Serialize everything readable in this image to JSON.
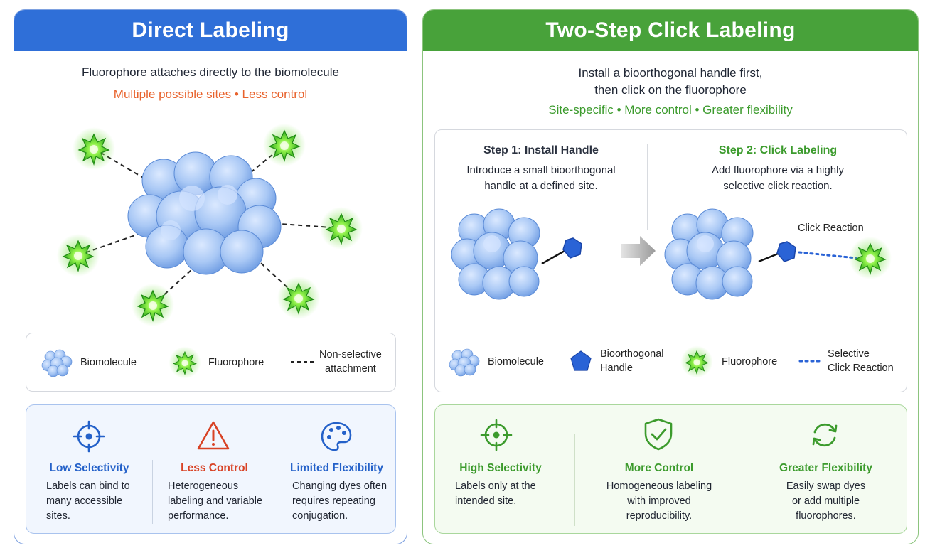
{
  "left": {
    "title": "Direct Labeling",
    "subtitle": "Fluorophore attaches directly to the biomolecule",
    "tagline": "Multiple possible sites • Less control",
    "legend": [
      {
        "icon": "biomolecule-icon",
        "label": "Biomolecule"
      },
      {
        "icon": "fluorophore-icon",
        "label": "Fluorophore"
      },
      {
        "icon": "dashed-line-icon",
        "label_line1": "Non-selective",
        "label_line2": "attachment"
      }
    ],
    "benefits": [
      {
        "icon": "target-icon",
        "title": "Low Selectivity",
        "color": "#2461c9",
        "lines": [
          "Labels can bind to",
          "many accessible",
          "sites."
        ]
      },
      {
        "icon": "warning-icon",
        "title": "Less Control",
        "color": "#d84225",
        "lines": [
          "Heterogeneous",
          "labeling and variable",
          "performance."
        ]
      },
      {
        "icon": "palette-icon",
        "title": "Limited Flexibility",
        "color": "#2461c9",
        "lines": [
          "Changing dyes often",
          "requires repeating",
          "conjugation."
        ]
      }
    ]
  },
  "right": {
    "title": "Two-Step Click Labeling",
    "subtitle_line1": "Install a bioorthogonal handle first,",
    "subtitle_line2": "then click on the fluorophore",
    "tagline": "Site-specific • More control • Greater flexibility",
    "step1": {
      "title": "Step 1: Install Handle",
      "line1": "Introduce a small bioorthogonal",
      "line2": "handle at a defined site."
    },
    "step2": {
      "title": "Step 2: Click Labeling",
      "line1": "Add fluorophore via a highly",
      "line2": "selective click reaction."
    },
    "click_reaction_label": "Click Reaction",
    "legend": [
      {
        "icon": "biomolecule-icon",
        "label": "Biomolecule"
      },
      {
        "icon": "pentagon-icon",
        "label_line1": "Bioorthogonal",
        "label_line2": "Handle"
      },
      {
        "icon": "fluorophore-icon",
        "label": "Fluorophore"
      },
      {
        "icon": "dotted-line-icon",
        "label_line1": "Selective",
        "label_line2": "Click Reaction"
      }
    ],
    "benefits": [
      {
        "icon": "target-icon",
        "title": "High Selectivity",
        "color": "#3c9b2d",
        "lines": [
          "Labels only at the",
          "intended site."
        ]
      },
      {
        "icon": "shield-check-icon",
        "title": "More Control",
        "color": "#3c9b2d",
        "lines": [
          "Homogeneous labeling",
          "with improved",
          "reproducibility."
        ]
      },
      {
        "icon": "refresh-icon",
        "title": "Greater Flexibility",
        "color": "#3c9b2d",
        "lines": [
          "Easily swap dyes",
          "or add multiple",
          "fluorophores."
        ]
      }
    ]
  },
  "colors": {
    "blue_header": "#2f6fd8",
    "green_header": "#48a23a",
    "orange_text": "#e8622c",
    "green_text": "#3c9b2d",
    "handle_blue": "#2a63d6",
    "fluor_green": "#3fcf1e"
  }
}
